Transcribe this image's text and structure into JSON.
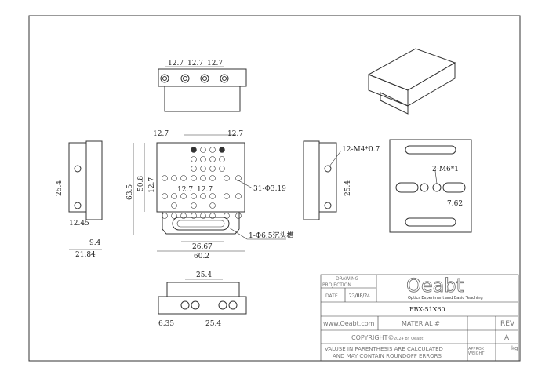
{
  "title_block": {
    "drawing_projection": [
      "DRAWING",
      "PROJECTION"
    ],
    "date_label": "DATE",
    "date": "23/08/24",
    "logo": "Oeabt",
    "logo_tagline": "Optics Experiment and Basic Teaching",
    "part_number": "FBX-51X60",
    "website": "www.Oeabt.com",
    "material": "MATERIAL #",
    "rev_label": "REV",
    "rev": "A",
    "copyright": "COPYRIGHT©",
    "copyright_small": "2024 BY Oeabt",
    "note": [
      "VALUSE IN PARENTHESIS ARE CALCULATED",
      "AND MAY CONTAIN ROUNDOFF ERRORS"
    ],
    "approx_weight": [
      "APPROX",
      "WEIGHT"
    ],
    "weight_unit": "kg"
  },
  "dimensions": {
    "top_view": [
      "12.7",
      "12.7",
      "12.7"
    ],
    "front": {
      "d1": "12.7",
      "d2": "12.7",
      "height": "63.5",
      "inner": "50.8",
      "pitch": "12.7",
      "p1": "12.7",
      "p2": "12.7",
      "holes": "31-Φ3.19",
      "slot_width": "26.67",
      "width": "60.2",
      "slot": "1-Φ6.5沉头槽"
    },
    "left": {
      "d1": "25.4",
      "d2": "12.45",
      "d3": "9.4",
      "d4": "21.84"
    },
    "right": {
      "thread": "12-M4*0.7",
      "d1": "25.4"
    },
    "back": {
      "thread": "2-M6*1",
      "d1": "7.62"
    },
    "bottom": {
      "d1": "25.4",
      "d2": "6.35",
      "d3": "25.4"
    }
  }
}
